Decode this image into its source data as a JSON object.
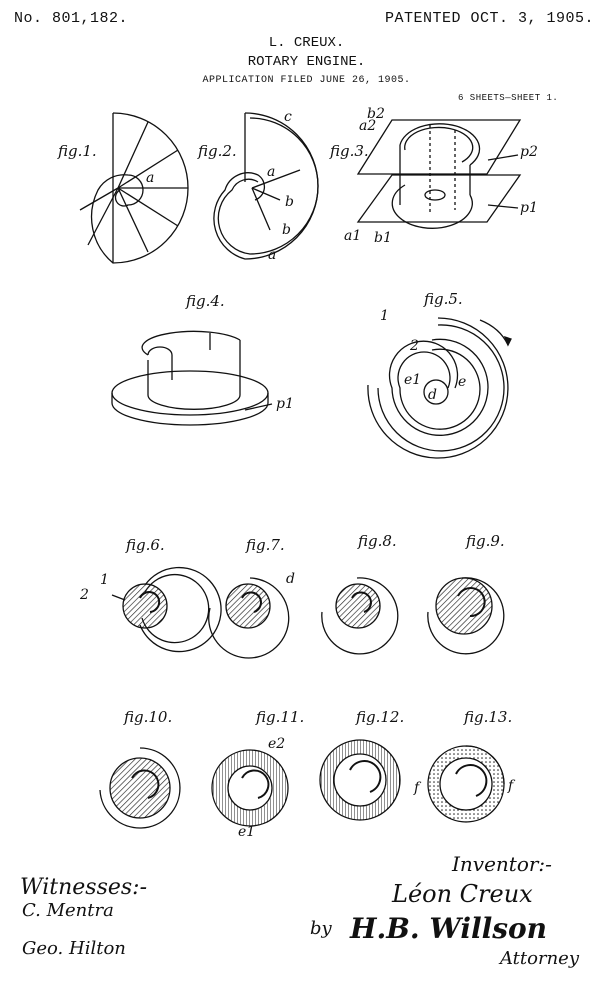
{
  "header": {
    "number": "No. 801,182.",
    "patented": "PATENTED OCT. 3, 1905.",
    "inventor_name": "L. CREUX.",
    "title": "ROTARY ENGINE.",
    "application": "APPLICATION FILED JUNE 26, 1905.",
    "sheets": "6 SHEETS—SHEET 1."
  },
  "figures": {
    "fig1": "fig.1.",
    "fig2": "fig.2.",
    "fig3": "fig.3.",
    "fig4": "fig.4.",
    "fig5": "fig.5.",
    "fig6": "fig.6.",
    "fig7": "fig.7.",
    "fig8": "fig.8.",
    "fig9": "fig.9.",
    "fig10": "fig.10.",
    "fig11": "fig.11.",
    "fig12": "fig.12.",
    "fig13": "fig.13."
  },
  "letters": {
    "a": "a",
    "b": "b",
    "c": "c",
    "d": "d",
    "f": "f",
    "one": "1",
    "two": "2",
    "a1": "a1",
    "a2": "a2",
    "b1": "b1",
    "b2": "b2",
    "p1": "p1",
    "p2": "p2",
    "e": "e",
    "e1": "e1",
    "e2": "e2"
  },
  "signatures": {
    "witnesses": "Witnesses:-",
    "witness1": "C. Mentra",
    "witness2": "Geo. Hilton",
    "inventor_label": "Inventor:-",
    "inventor_sig": "Léon Creux",
    "by": "by",
    "attorney_sig": "H.B. Willson",
    "attorney_label": "Attorney"
  }
}
